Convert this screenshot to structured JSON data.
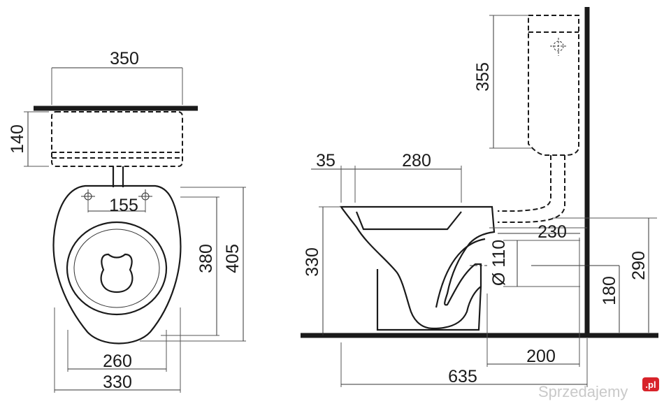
{
  "top_view": {
    "tank_width": "350",
    "tank_depth": "140",
    "hole_spacing": "155",
    "bowl_length_inner": "380",
    "bowl_length_total": "405",
    "base_width": "260",
    "bowl_width": "330"
  },
  "side_view": {
    "rim_offset": "35",
    "seat_depth": "280",
    "tank_height": "355",
    "outlet_depth": "230",
    "outlet_diameter": "Ø 110",
    "bowl_height": "330",
    "outlet_height": "180",
    "inlet_height": "290",
    "outlet_wall_distance": "200",
    "total_depth": "635"
  },
  "watermark": {
    "brand": "Sprzedajemy",
    "badge": ".pl"
  },
  "colors": {
    "line": "#1a1a1a",
    "watermark": "#c9c9c9",
    "badge": "#d8232a"
  }
}
